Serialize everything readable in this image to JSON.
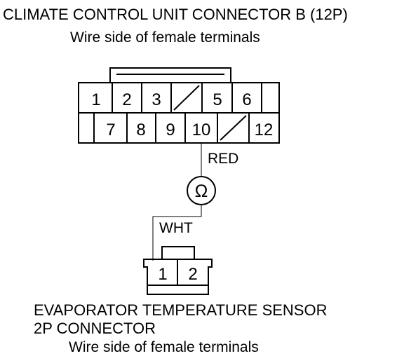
{
  "connector_b": {
    "title": "CLIMATE CONTROL UNIT CONNECTOR B (12P)",
    "subtitle": "Wire side of female terminals",
    "top_row": [
      "1",
      "2",
      "3",
      "",
      "5",
      "6"
    ],
    "bottom_row": [
      "",
      "7",
      "8",
      "9",
      "10",
      "",
      "12"
    ]
  },
  "wire_top": {
    "label": "RED"
  },
  "meter": {
    "symbol": "Ω",
    "icon": "ohmmeter-icon"
  },
  "wire_bottom": {
    "label": "WHT"
  },
  "sensor_connector": {
    "title_line1": "EVAPORATOR TEMPERATURE SENSOR",
    "title_line2": "2P CONNECTOR",
    "subtitle": "Wire side of female terminals",
    "terminals": [
      "1",
      "2"
    ]
  }
}
